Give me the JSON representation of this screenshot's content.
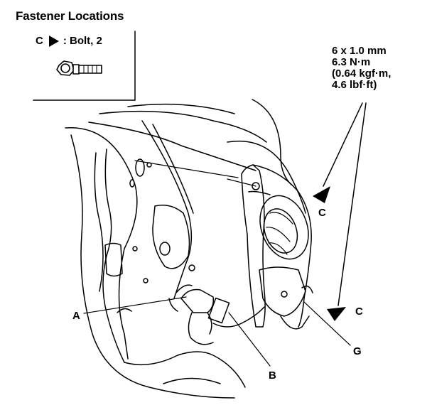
{
  "title": "Fastener Locations",
  "legend": {
    "code": "C",
    "label": ": Bolt, 2"
  },
  "spec": {
    "line1": "6 x 1.0 mm",
    "line2": "6.3 N·m",
    "line3": "(0.64 kgf·m,",
    "line4": "4.6 lbf·ft)"
  },
  "callouts": {
    "c_upper": "C",
    "c_lower": "C",
    "a": "A",
    "b": "B",
    "g": "G"
  }
}
